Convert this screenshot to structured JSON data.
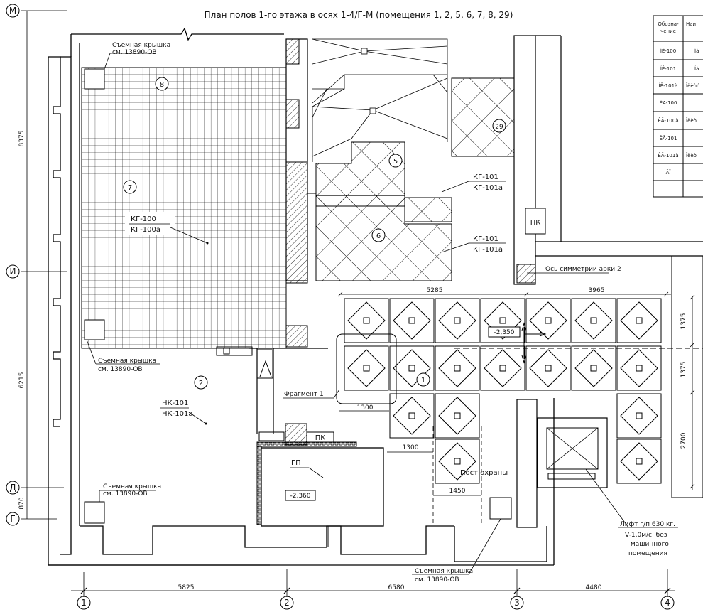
{
  "title": "План полов 1-го этажа в осях 1-4/Г-М (помещения 1, 2, 5, 6, 7, 8, 29)",
  "axes_vertical": [
    "1",
    "2",
    "3",
    "4"
  ],
  "axes_horizontal": [
    "М",
    "И",
    "Д",
    "Г"
  ],
  "dims_bottom": [
    "5825",
    "6580",
    "4480"
  ],
  "dims_left": [
    "8375",
    "6215",
    "870"
  ],
  "dims_top_grid": [
    "5285",
    "3965"
  ],
  "dims_right_grid": [
    "1375",
    "1375",
    "2700"
  ],
  "dims_misc": [
    "1300",
    "1300",
    "1450"
  ],
  "room_numbers": [
    "8",
    "7",
    "5",
    "29",
    "6",
    "2",
    "1"
  ],
  "removable_cover": {
    "title": "Съемная крышка",
    "ref": "см. 13890-ОВ"
  },
  "floor_labels": {
    "kg100": "КГ-100",
    "kg100a": "КГ-100а",
    "kg101": "КГ-101",
    "kg101a": "КГ-101а",
    "nk101": "НК-101",
    "nk101a": "НК-101а",
    "gp": "ГП"
  },
  "levels": [
    "-2,350",
    "-2,360"
  ],
  "pk": "ПК",
  "fragment": "Фрагмент 1",
  "symmetry_axis": "Ось симметрии арки 2",
  "guard_post": "Пост охраны",
  "lift_note": [
    "Лифт г/п 630 кг.",
    "V-1,0м/с, без",
    "машинного",
    "помещения"
  ],
  "legend_header": [
    "Обозна-",
    "чение",
    "Наи"
  ],
  "legend_codes": [
    "ÍÊ-100",
    "ÍÊ-101",
    "ÍÊ-101à",
    "ÊÃ-100",
    "ÊÃ-100à",
    "ÊÃ-101",
    "ÊÃ-101à",
    "ÃÏ"
  ],
  "legend_names": [
    "Íà",
    "Íà",
    "Ïëèòó",
    "",
    "Ïëèò",
    "",
    "Ïëèò",
    ""
  ]
}
